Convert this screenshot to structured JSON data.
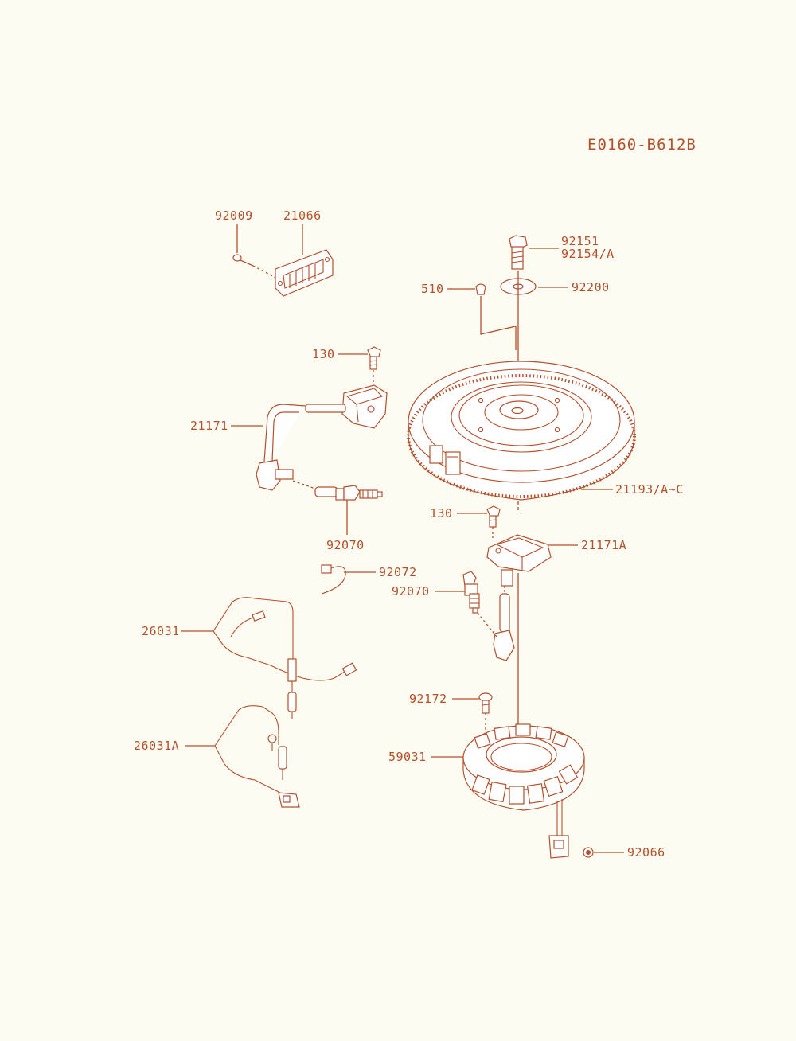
{
  "diagram_code": "E0160-B612B",
  "part_labels": {
    "p92009": "92009",
    "p21066": "21066",
    "p92151": "92151",
    "p92154a": "92154/A",
    "p510": "510",
    "p92200": "92200",
    "p130a": "130",
    "p21171": "21171",
    "p21193": "21193/A~C",
    "p130b": "130",
    "p21171a": "21171A",
    "p92070a": "92070",
    "p92072": "92072",
    "p92070b": "92070",
    "p26031": "26031",
    "p92172": "92172",
    "p26031a": "26031A",
    "p59031": "59031",
    "p92066": "92066"
  },
  "colors": {
    "line": "#b5502a",
    "paper": "#fdfcf2"
  }
}
